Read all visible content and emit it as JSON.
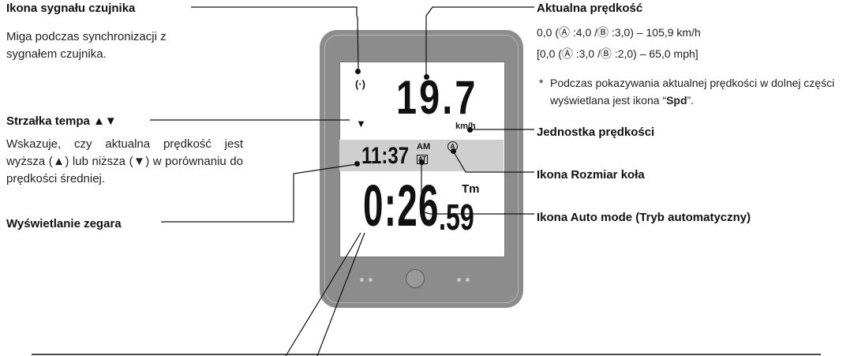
{
  "left": {
    "sensor_title": "Ikona sygnału czujnika",
    "sensor_desc": "Miga podczas synchronizacji z sygnałem czujnika.",
    "arrow_title": "Strzałka tempa ▲▼",
    "arrow_desc": "Wskazuje, czy aktualna prędkość jest wyższa (▲) lub niższa (▼) w porównaniu do prędkości średniej.",
    "clock_title": "Wyświetlanie zegara"
  },
  "right": {
    "speed_title": "Aktualna prędkość",
    "range_kmh": "0,0 (Ⓐ :4,0 /Ⓑ :3,0) – 105,9 km/h",
    "range_mph": "[0,0 (Ⓐ :3,0 /Ⓑ :2,0) – 65,0 mph]",
    "note_star": "*",
    "note_before": "Podczas pokazywania aktualnej prędkości w dolnej części wyświetlana jest ikona “",
    "note_bold": "Spd",
    "note_after": "”.",
    "unit_title": "Jednostka prędkości",
    "wheel_title": "Ikona Rozmiar koła",
    "auto_title": "Ikona Auto mode (Tryb automatyczny)"
  },
  "lcd": {
    "speed": "19.7",
    "speed_unit": "km/h",
    "clock": "11:37",
    "am": "AM",
    "auto_icon": "AT",
    "wheel_icon": "A",
    "main_value": "0:26",
    "small_value": ".59",
    "tm_label": "Tm",
    "arrow": "▼",
    "sensor_icon": "(·)"
  },
  "colors": {
    "device_body": "#8c8c8c",
    "lcd_band": "#cfcfcf",
    "lcd_text": "#111111"
  }
}
